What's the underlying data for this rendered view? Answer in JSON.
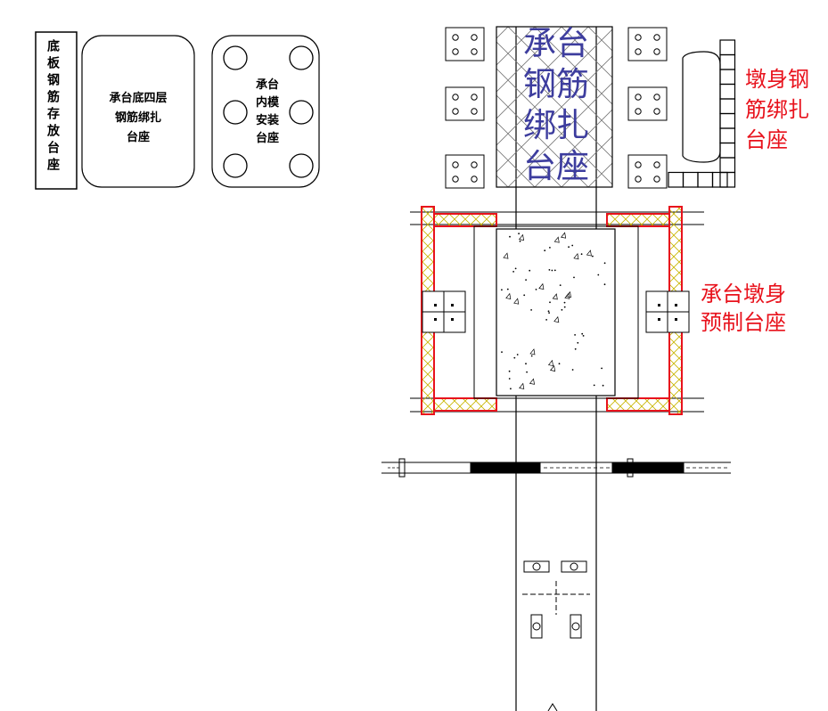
{
  "labels": {
    "base_plate_rebar_storage": "底板钢筋存放台座",
    "four_layer_rebar_binding": [
      "承台底四层",
      "钢筋绑扎",
      "台座"
    ],
    "inner_formwork_install": [
      "承台",
      "内模",
      "安装",
      "台座"
    ],
    "cap_rebar_binding": [
      "承台",
      "钢筋",
      "绑扎",
      "台座"
    ],
    "pier_rebar_binding": [
      "墩身钢",
      "筋绑扎",
      "台座"
    ],
    "pier_prefab": [
      "承台墩身",
      "预制台座"
    ]
  },
  "colors": {
    "red_label": "#e8121c",
    "blue_label": "#3d3d9e",
    "truss": "#e8121c",
    "truss_web": "#c8b400",
    "line": "#000000"
  }
}
